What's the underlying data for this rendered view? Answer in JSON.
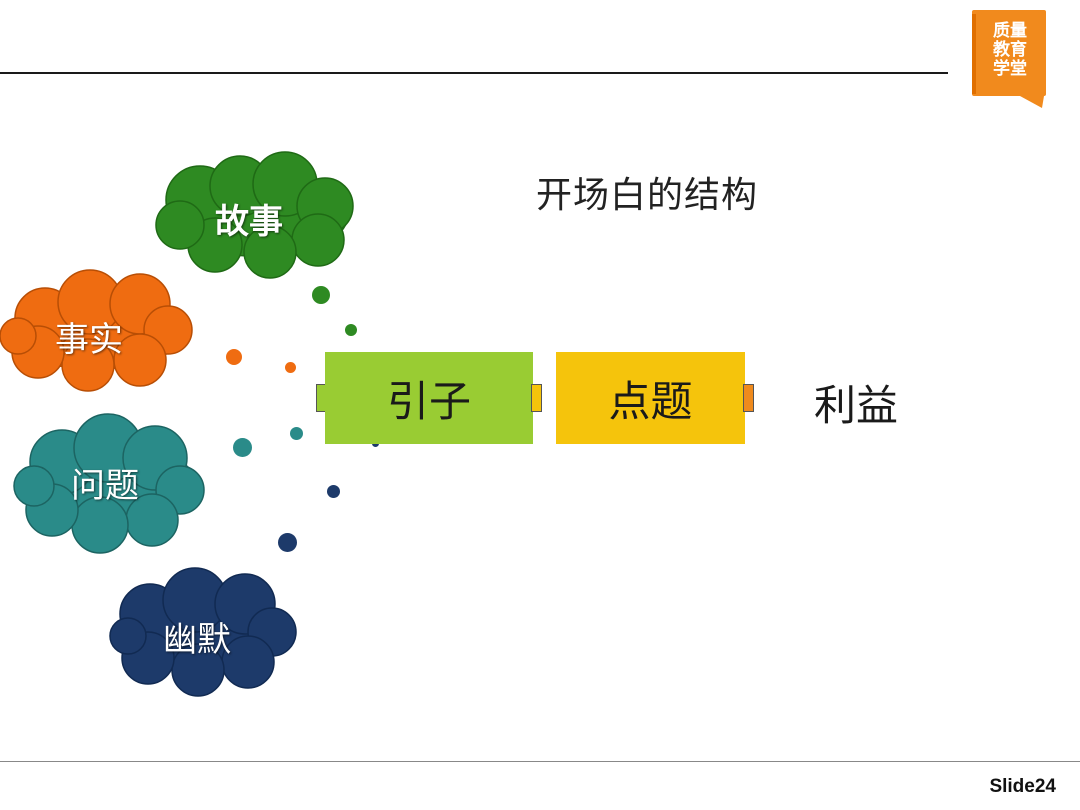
{
  "header": {
    "logo_text": "质量教育学堂"
  },
  "title": "开场白的结构",
  "clouds": [
    {
      "label": "故事",
      "color": "#2e8a22"
    },
    {
      "label": "事实",
      "color": "#ef6c11"
    },
    {
      "label": "问题",
      "color": "#2a8b89"
    },
    {
      "label": "幽默",
      "color": "#1d3a6a"
    }
  ],
  "flow": {
    "steps": [
      {
        "label": "引子",
        "color": "#99cc33"
      },
      {
        "label": "点题",
        "color": "#f5c40c"
      },
      {
        "label": "利益"
      }
    ]
  },
  "footer": {
    "slide_label": "Slide24"
  }
}
